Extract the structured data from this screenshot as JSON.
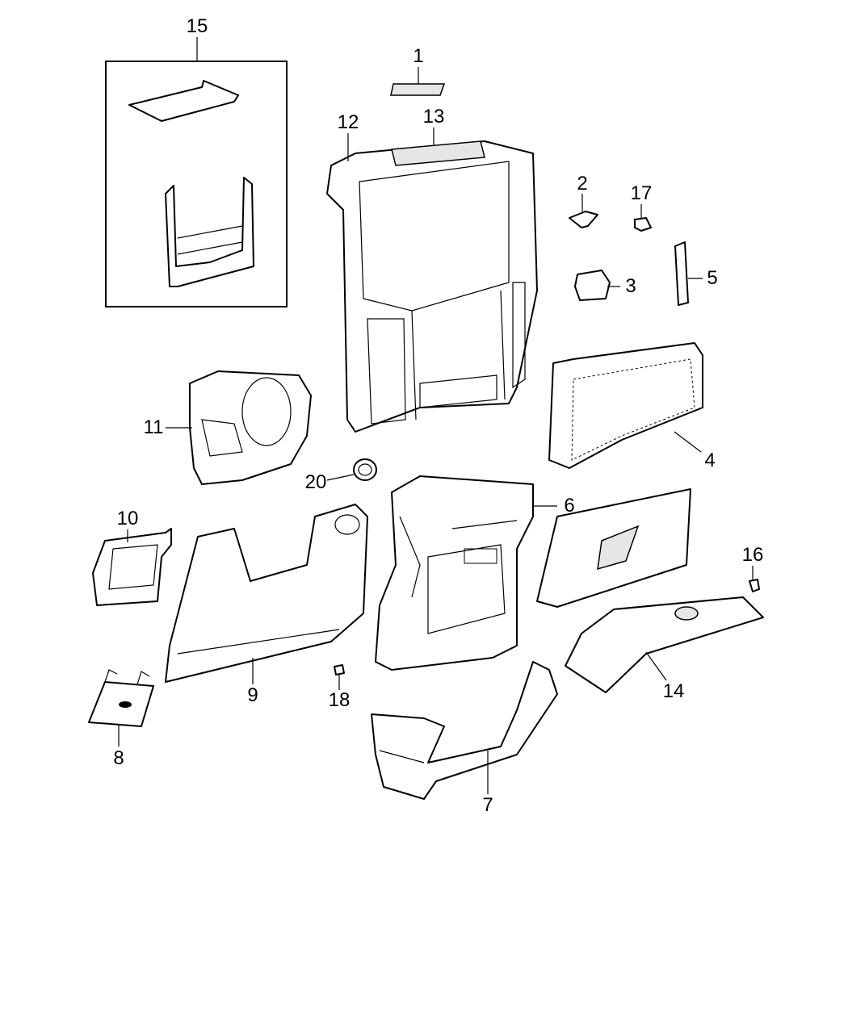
{
  "diagram": {
    "callouts": [
      {
        "id": "c15",
        "label": "15"
      },
      {
        "id": "c1",
        "label": "1"
      },
      {
        "id": "c12",
        "label": "12"
      },
      {
        "id": "c13",
        "label": "13"
      },
      {
        "id": "c2",
        "label": "2"
      },
      {
        "id": "c17",
        "label": "17"
      },
      {
        "id": "c3",
        "label": "3"
      },
      {
        "id": "c5",
        "label": "5"
      },
      {
        "id": "c11",
        "label": "11"
      },
      {
        "id": "c20",
        "label": "20"
      },
      {
        "id": "c4",
        "label": "4"
      },
      {
        "id": "c6",
        "label": "6"
      },
      {
        "id": "c10",
        "label": "10"
      },
      {
        "id": "c16",
        "label": "16"
      },
      {
        "id": "c9",
        "label": "9"
      },
      {
        "id": "c18",
        "label": "18"
      },
      {
        "id": "c14",
        "label": "14"
      },
      {
        "id": "c8",
        "label": "8"
      },
      {
        "id": "c7",
        "label": "7"
      }
    ]
  }
}
